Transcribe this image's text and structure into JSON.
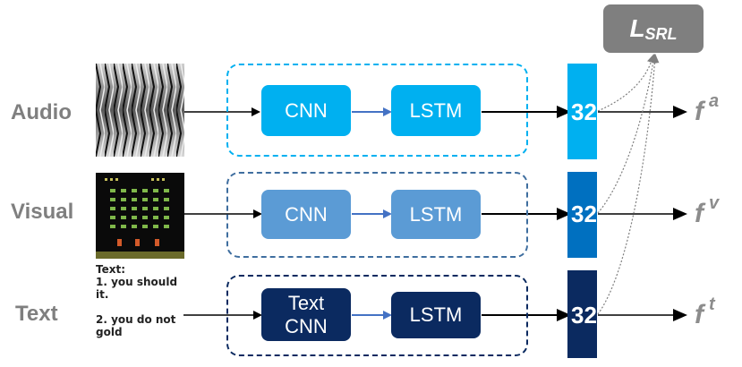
{
  "rows": [
    {
      "label": "Audio",
      "cnn": "CNN",
      "lstm": "LSTM",
      "dim": "32",
      "feature": "f",
      "feature_sup": "a",
      "color": "#00b0f0"
    },
    {
      "label": "Visual",
      "cnn": "CNN",
      "lstm": "LSTM",
      "dim": "32",
      "feature": "f",
      "feature_sup": "v",
      "color": "#2e75b6"
    },
    {
      "label": "Text",
      "cnn": "Text\nCNN",
      "lstm": "LSTM",
      "dim": "32",
      "feature": "f",
      "feature_sup": "t",
      "color": "#0b2a60"
    }
  ],
  "box_colors": {
    "audio": "#00b0f0",
    "visual": "#5b9bd5",
    "text": "#0b2a60",
    "loss": "#7f7f7f"
  },
  "loss": {
    "main": "L",
    "sub": "SRL"
  },
  "text_sample": {
    "heading": "Text:",
    "line1": "1. you should",
    "line2": "it.",
    "line3": "2. you do not",
    "line4": "gold"
  },
  "icons": {
    "audio_thumb": "spectrogram-image",
    "visual_thumb": "game-screen-image"
  }
}
